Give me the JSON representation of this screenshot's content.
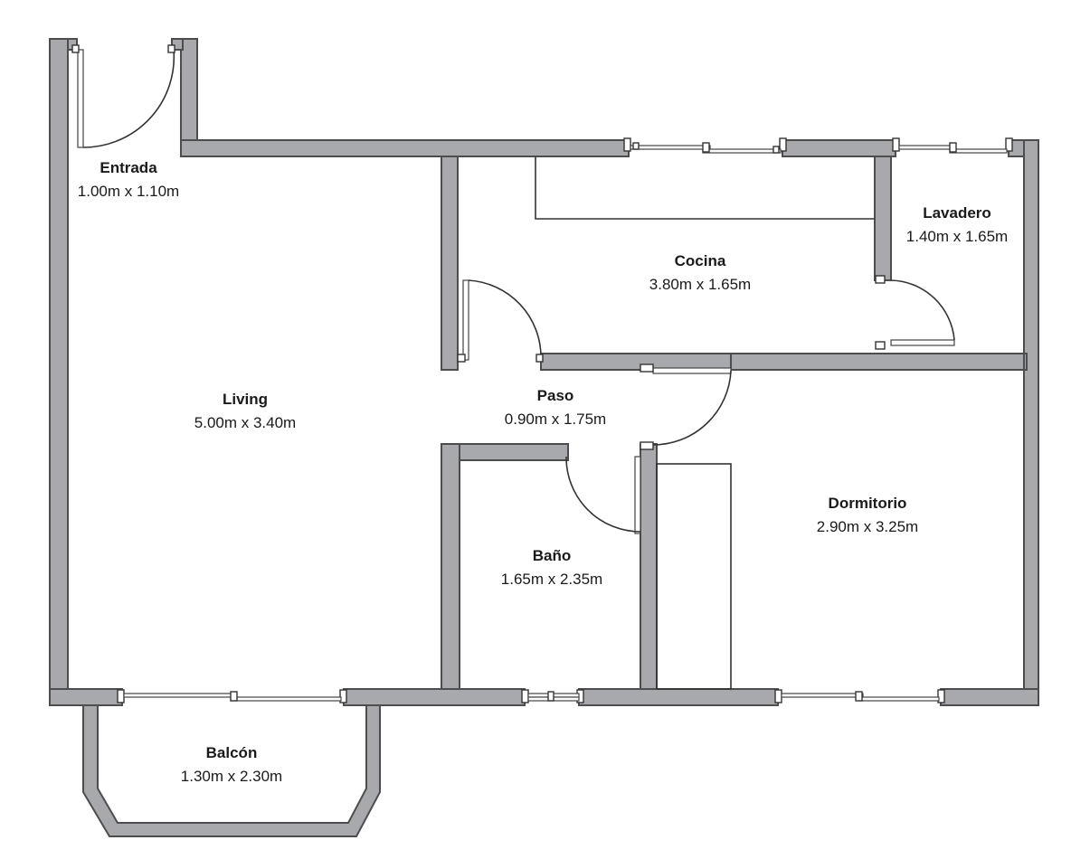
{
  "floorplan": {
    "rooms": [
      {
        "id": "entrada",
        "name": "Entrada",
        "dims": "1.00m x 1.10m"
      },
      {
        "id": "living",
        "name": "Living",
        "dims": "5.00m x 3.40m"
      },
      {
        "id": "cocina",
        "name": "Cocina",
        "dims": "3.80m x 1.65m"
      },
      {
        "id": "lavadero",
        "name": "Lavadero",
        "dims": "1.40m x 1.65m"
      },
      {
        "id": "paso",
        "name": "Paso",
        "dims": "0.90m x 1.75m"
      },
      {
        "id": "dormitorio",
        "name": "Dormitorio",
        "dims": "2.90m x 3.25m"
      },
      {
        "id": "bano",
        "name": "Baño",
        "dims": "1.65m x 2.35m"
      },
      {
        "id": "balcon",
        "name": "Balcón",
        "dims": "1.30m x 2.30m"
      }
    ],
    "colors": {
      "wall_fill": "#a7a9ac",
      "wall_stroke": "#4d4d4f",
      "background": "#ffffff"
    }
  }
}
